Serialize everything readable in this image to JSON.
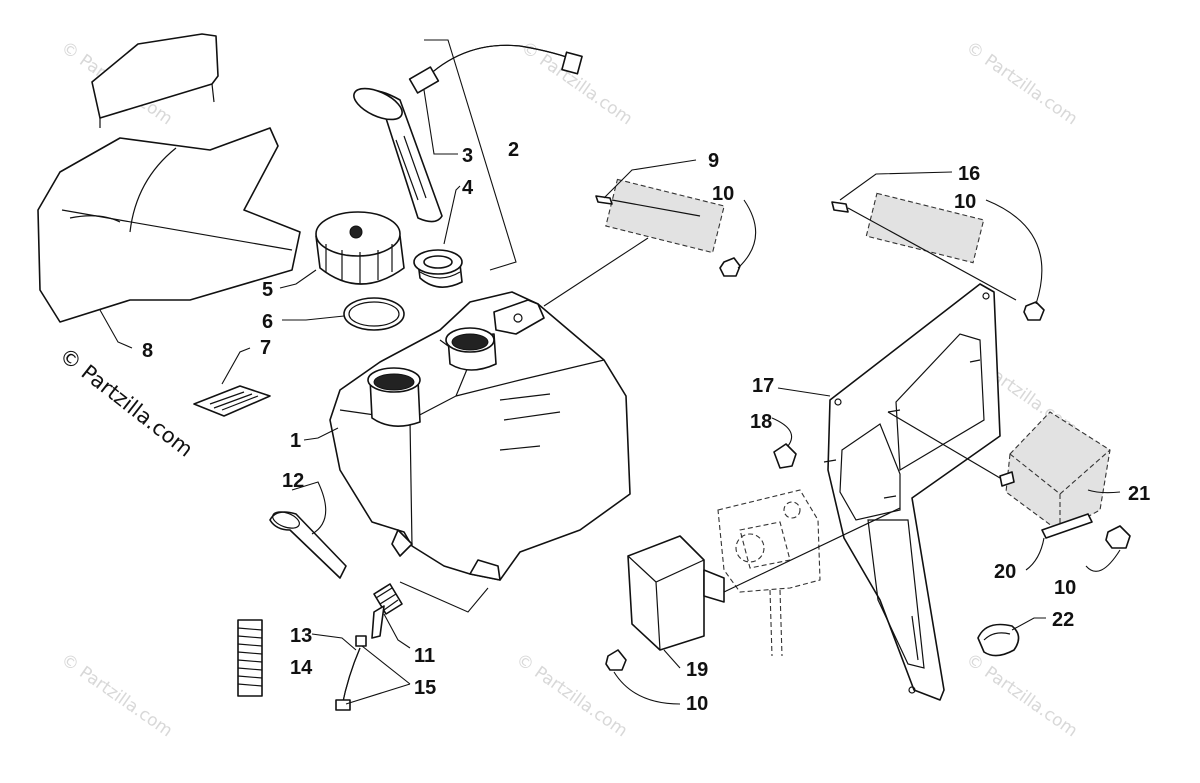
{
  "watermark": {
    "primary": "© Partzilla.com",
    "faint": "© Partzilla.com"
  },
  "callouts": {
    "c1": "1",
    "c2": "2",
    "c3": "3",
    "c4": "4",
    "c5": "5",
    "c6": "6",
    "c7": "7",
    "c8": "8",
    "c9": "9",
    "c10a": "10",
    "c10b": "10",
    "c10c": "10",
    "c10d": "10",
    "c11": "11",
    "c12": "12",
    "c13": "13",
    "c14": "14",
    "c15": "15",
    "c16": "16",
    "c17": "17",
    "c18": "18",
    "c19": "19",
    "c20": "20",
    "c21": "21",
    "c22": "22"
  }
}
